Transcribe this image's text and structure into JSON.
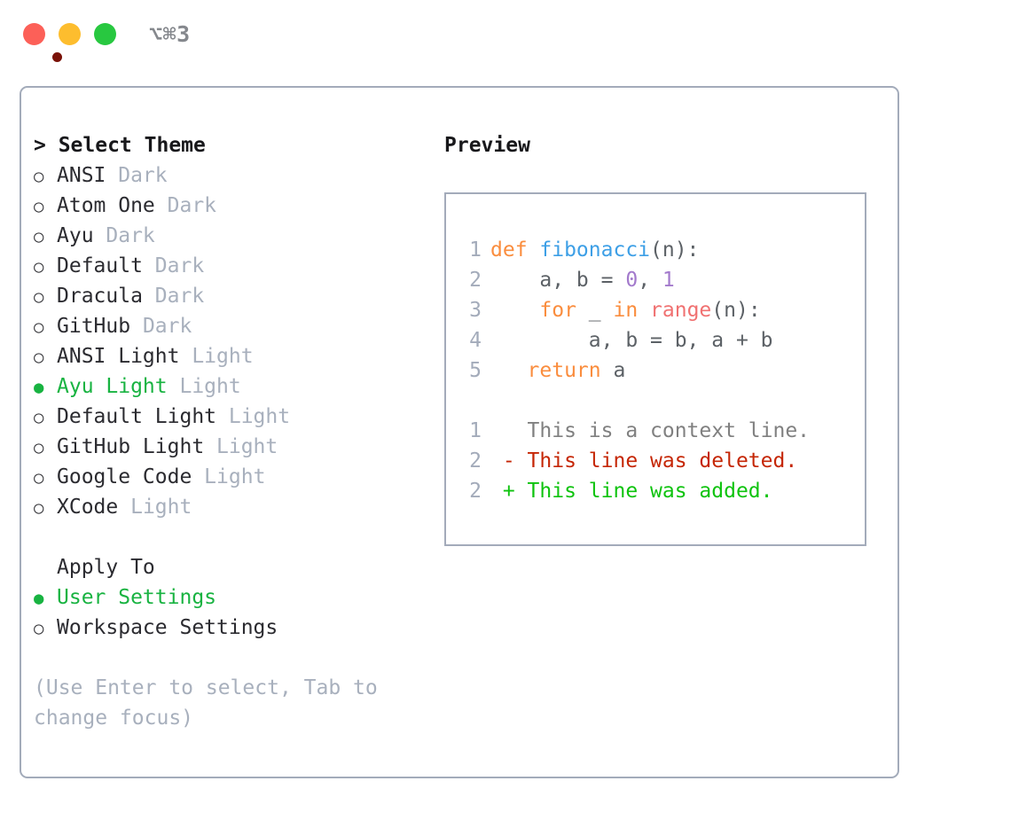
{
  "titlebar": {
    "shortcut": "⌥⌘3",
    "traffic_lights": [
      "close",
      "minimize",
      "maximize"
    ],
    "colors": {
      "close": "#fc6058",
      "minimize": "#fdbd2e",
      "maximize": "#28c840",
      "record_dot": "#7a1208"
    }
  },
  "theme_picker": {
    "header": "> Select Theme",
    "bullet_selected": "●",
    "bullet_unselected": "○",
    "items": [
      {
        "name": "ANSI",
        "tag": "Dark",
        "selected": false
      },
      {
        "name": "Atom One",
        "tag": "Dark",
        "selected": false
      },
      {
        "name": "Ayu",
        "tag": "Dark",
        "selected": false
      },
      {
        "name": "Default",
        "tag": "Dark",
        "selected": false
      },
      {
        "name": "Dracula",
        "tag": "Dark",
        "selected": false
      },
      {
        "name": "GitHub",
        "tag": "Dark",
        "selected": false
      },
      {
        "name": "ANSI Light",
        "tag": "Light",
        "selected": false
      },
      {
        "name": "Ayu Light",
        "tag": "Light",
        "selected": true
      },
      {
        "name": "Default Light",
        "tag": "Light",
        "selected": false
      },
      {
        "name": "GitHub Light",
        "tag": "Light",
        "selected": false
      },
      {
        "name": "Google Code",
        "tag": "Light",
        "selected": false
      },
      {
        "name": "XCode",
        "tag": "Light",
        "selected": false
      }
    ]
  },
  "apply_to": {
    "label": "Apply To",
    "items": [
      {
        "name": "User Settings",
        "selected": true
      },
      {
        "name": "Workspace Settings",
        "selected": false
      }
    ]
  },
  "hint": "(Use Enter to select, Tab to change focus)",
  "preview": {
    "title": "Preview",
    "code_lines": [
      {
        "num": "1",
        "tokens": [
          {
            "text": "def ",
            "cls": "t-kw"
          },
          {
            "text": "fibonacci",
            "cls": "t-fn"
          },
          {
            "text": "(n):",
            "cls": "t-pl"
          }
        ]
      },
      {
        "num": "2",
        "tokens": [
          {
            "text": "    a, b = ",
            "cls": "t-pl"
          },
          {
            "text": "0",
            "cls": "t-num"
          },
          {
            "text": ", ",
            "cls": "t-pl"
          },
          {
            "text": "1",
            "cls": "t-num"
          }
        ]
      },
      {
        "num": "3",
        "tokens": [
          {
            "text": "    for",
            "cls": "t-kw"
          },
          {
            "text": " _ ",
            "cls": "t-pl"
          },
          {
            "text": "in ",
            "cls": "t-kw"
          },
          {
            "text": "range",
            "cls": "t-bi"
          },
          {
            "text": "(n):",
            "cls": "t-pl"
          }
        ]
      },
      {
        "num": "4",
        "tokens": [
          {
            "text": "        a, b = b, a + b",
            "cls": "t-pl"
          }
        ]
      },
      {
        "num": "5",
        "tokens": [
          {
            "text": "   return",
            "cls": "t-kw"
          },
          {
            "text": " a",
            "cls": "t-pl"
          }
        ]
      }
    ],
    "diff_lines": [
      {
        "num": "1",
        "marker": "  ",
        "text": "This is a context line.",
        "cls": "t-ctx"
      },
      {
        "num": "2",
        "marker": "- ",
        "text": "This line was deleted.",
        "cls": "t-del"
      },
      {
        "num": "2",
        "marker": "+ ",
        "text": "This line was added.",
        "cls": "t-add"
      }
    ]
  },
  "colors": {
    "keyword": "#fa8d3e",
    "function": "#3d9fe6",
    "number": "#a37acc",
    "builtin": "#f07171",
    "plain": "#5c6166",
    "context": "#808080",
    "deleted": "#c52605",
    "added": "#0ec30e",
    "accent_green": "#18b341",
    "muted": "#a8b0bd",
    "border": "#a3abba"
  }
}
